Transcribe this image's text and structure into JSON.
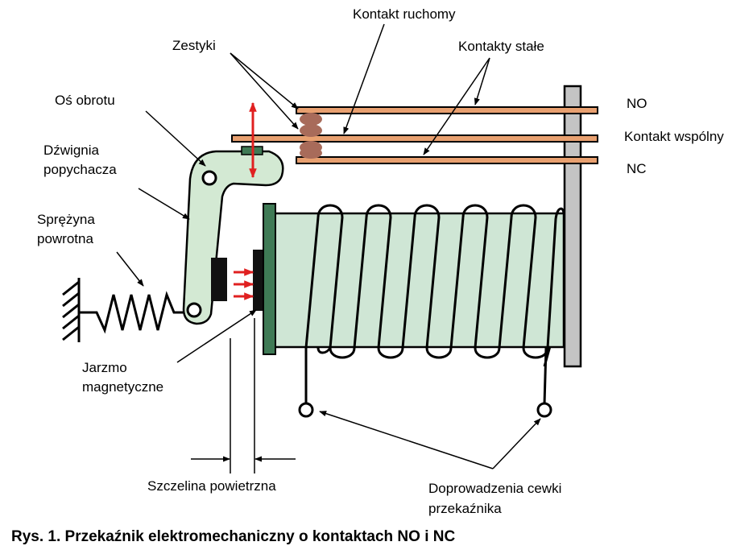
{
  "labels": {
    "kontakt_ruchomy": "Kontakt ruchomy",
    "zestyki": "Zestyki",
    "kontakty_stale": "Kontakty stałe",
    "os_obrotu": "Oś obrotu",
    "no": "NO",
    "kontakt_wspolny": "Kontakt wspólny",
    "nc": "NC",
    "dzwignia_line1": "Dźwignia",
    "dzwignia_line2": "popychacza",
    "sprezyna_line1": "Sprężyna",
    "sprezyna_line2": "powrotna",
    "jarzmo_line1": "Jarzmo",
    "jarzmo_line2": "magnetyczne",
    "szczelina": "Szczelina powietrzna",
    "doprowadzenia_line1": "Doprowadzenia cewki",
    "doprowadzenia_line2": "przekaźnika"
  },
  "caption": "Rys. 1. Przekaźnik elektromechaniczny o kontaktach NO i NC",
  "colors": {
    "coil_fill": "#cfe6d5",
    "lever_fill": "#d3e9d3",
    "contact_strip": "#e8a070",
    "contact_point": "#a86b5a",
    "frame_gray": "#c4c4c4",
    "yoke_plate": "#3f7a55",
    "red_arrow": "#e02020",
    "armature_black": "#111111"
  }
}
